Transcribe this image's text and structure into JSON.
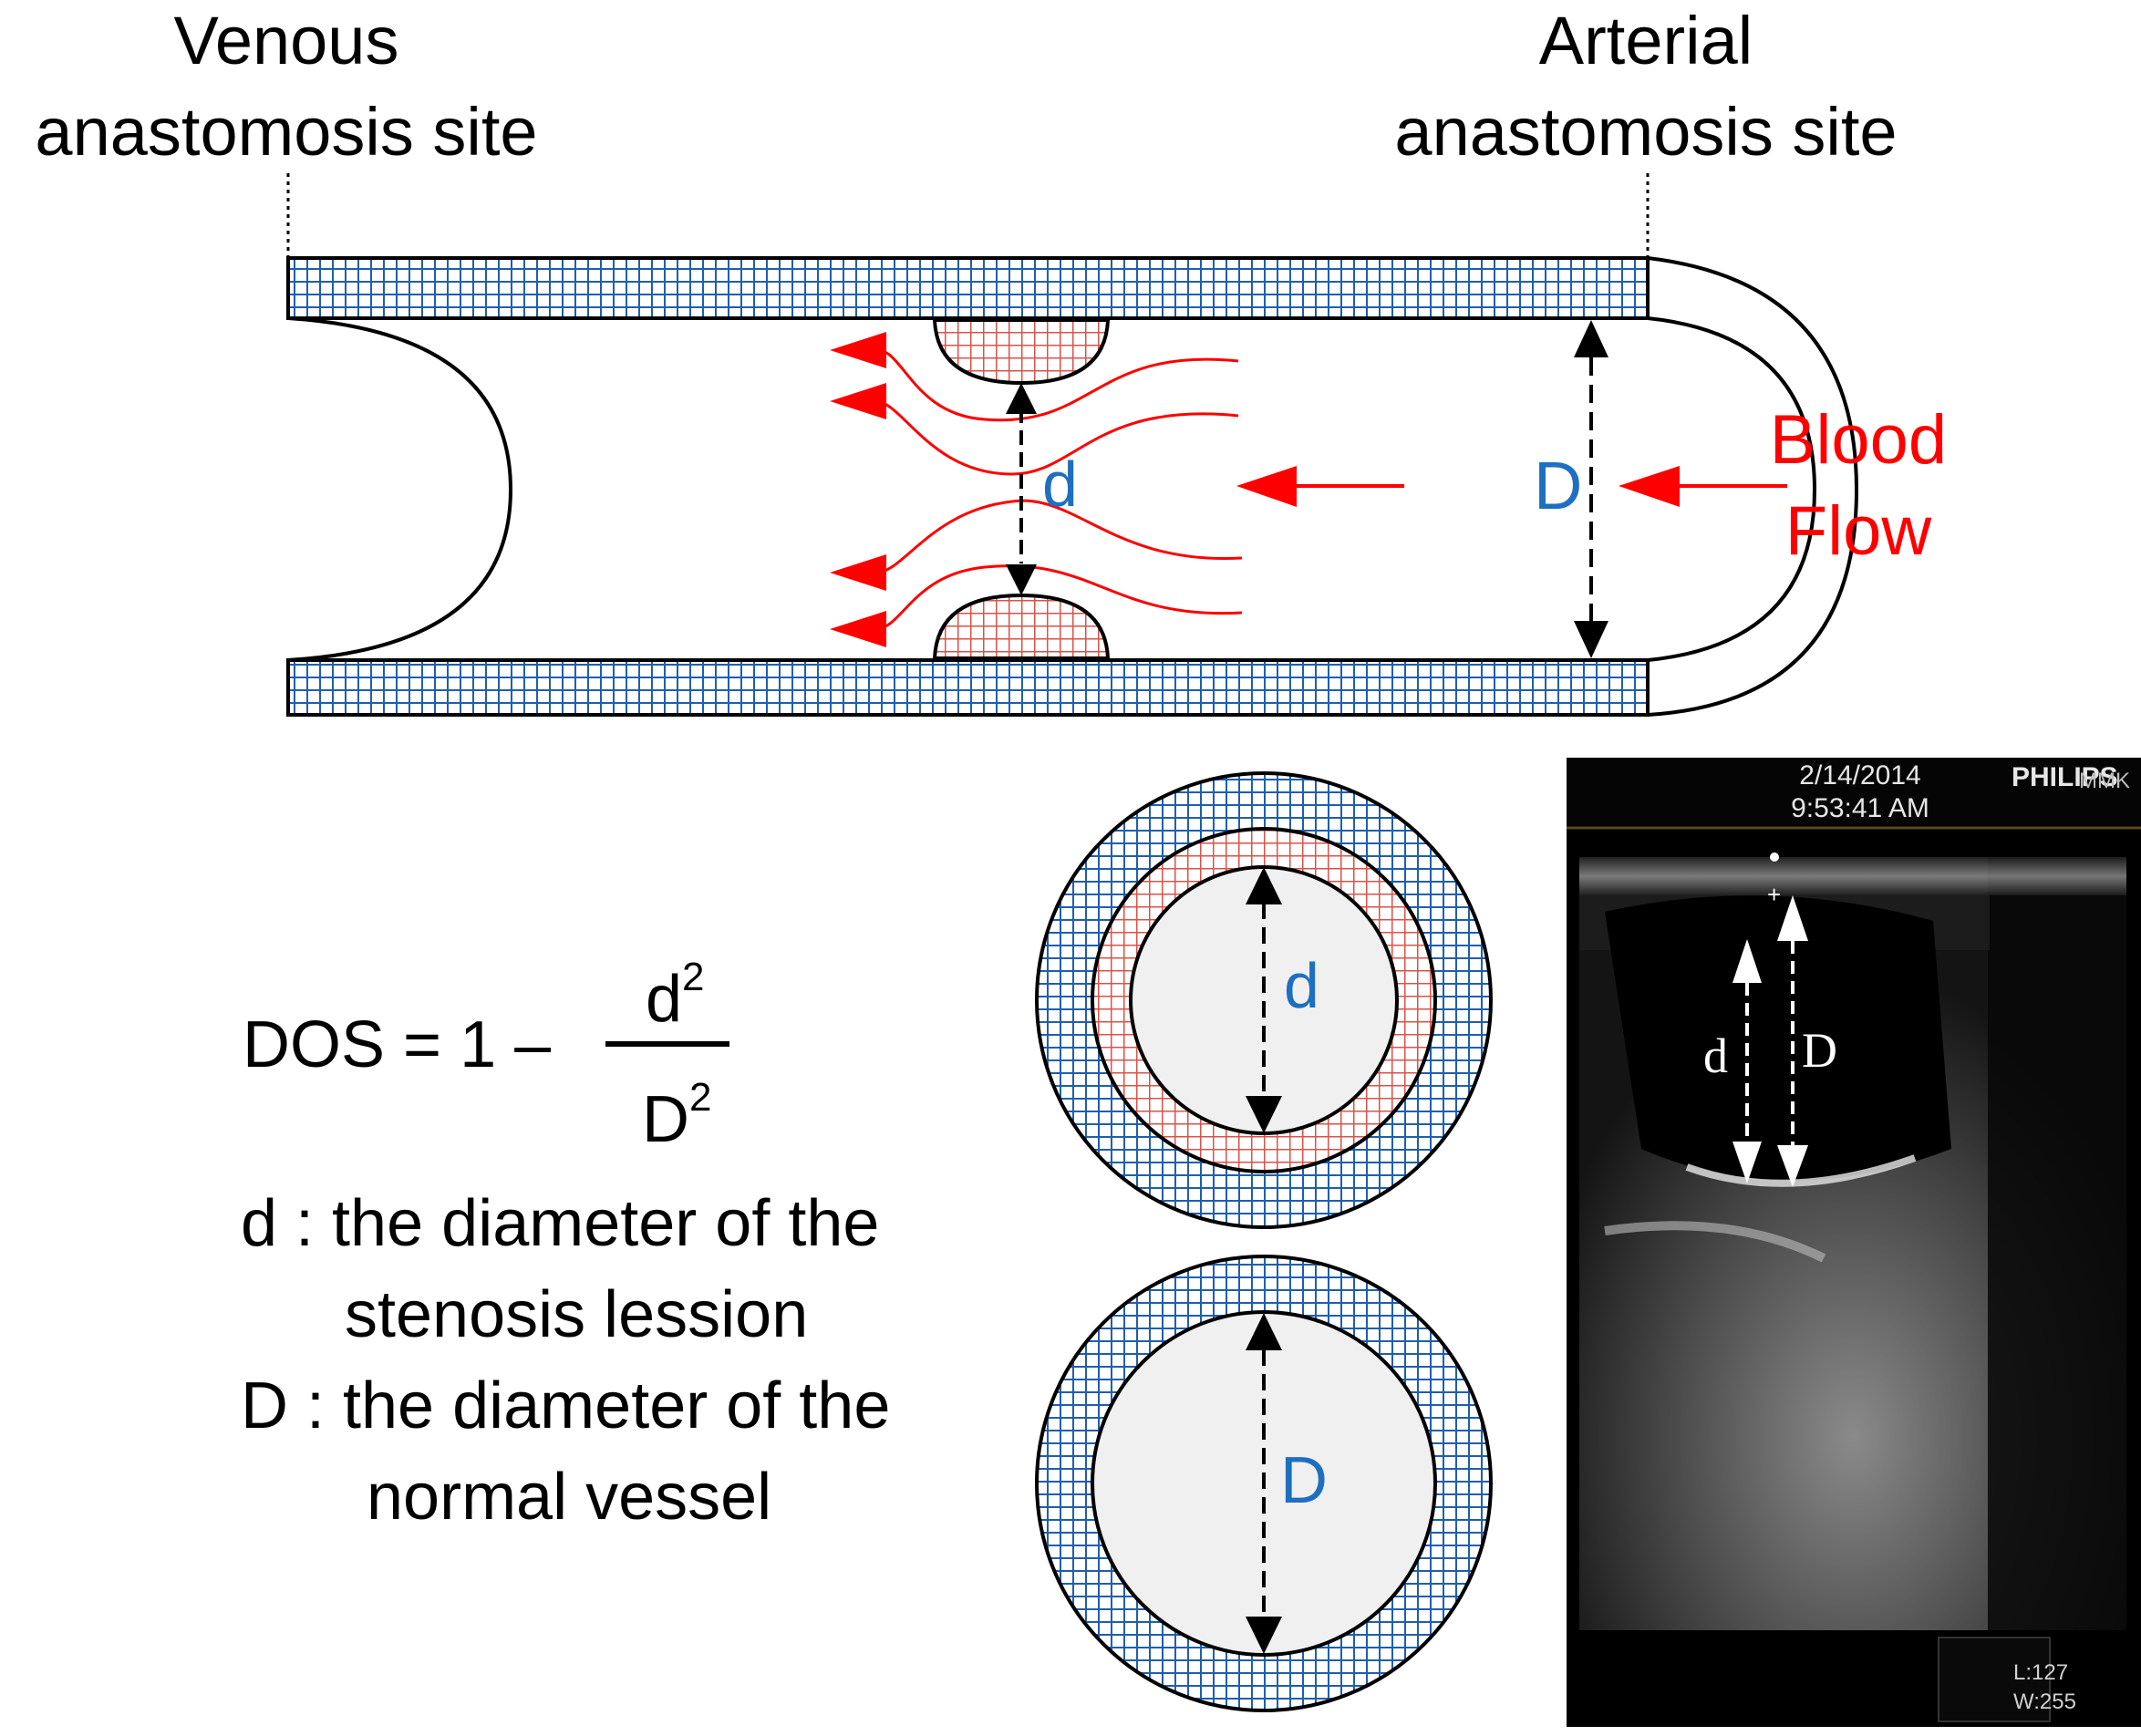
{
  "labels": {
    "venous_line1": "Venous",
    "venous_line2": "anastomosis site",
    "arterial_line1": "Arterial",
    "arterial_line2": "anastomosis site",
    "blood_line1": "Blood",
    "blood_line2": "Flow",
    "d": "d",
    "D": "D"
  },
  "formula": {
    "lhs": "DOS = 1 –",
    "num_base": "d",
    "num_exp": "2",
    "den_base": "D",
    "den_exp": "2"
  },
  "legend": {
    "d_line1": "d : the diameter of the",
    "d_line2": "stenosis lession",
    "D_line1": "D : the diameter of the",
    "D_line2": "normal vessel"
  },
  "ultrasound": {
    "date": "2/14/2014",
    "time": "9:53:41 AM",
    "brand": "PHILIPS",
    "brand_extra": "MMK",
    "d_label": "d",
    "D_label": "D",
    "L": "L:127",
    "W": "W:255"
  },
  "colors": {
    "vessel_wall": "#1f5fad",
    "plaque": "#d9534a",
    "flow": "#ff0000",
    "dim_label": "#1f6fc0",
    "lumen_fill": "#f0f0f0"
  }
}
